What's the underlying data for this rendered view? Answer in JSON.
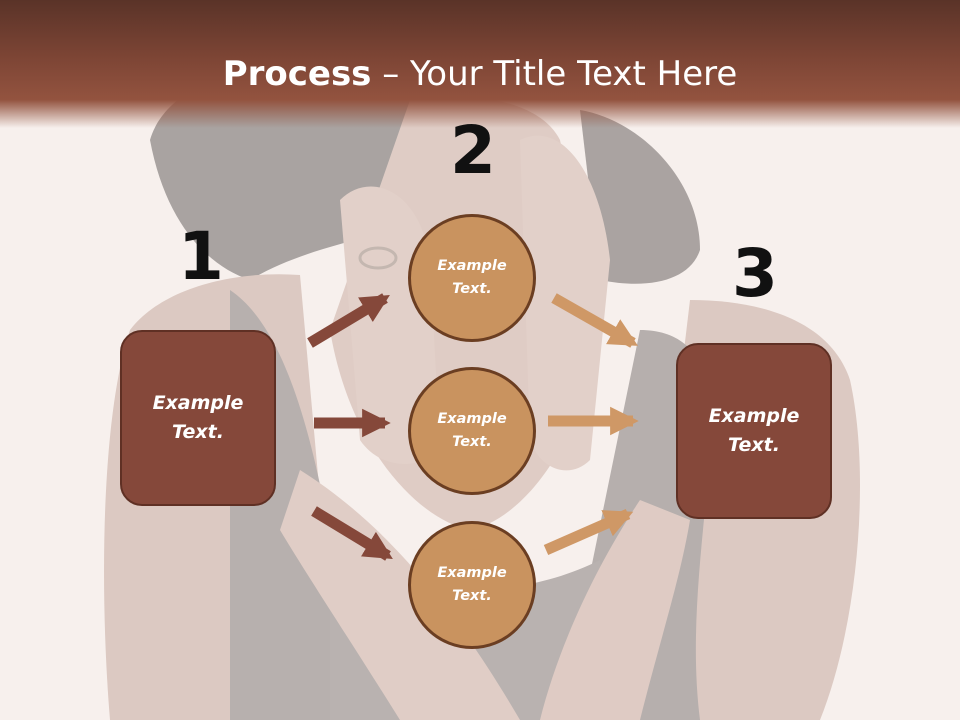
{
  "title": {
    "strong": "Process",
    "rest": " – Your Title Text Here"
  },
  "steps": {
    "one": "1",
    "two": "2",
    "three": "3"
  },
  "left_box": {
    "line1": "Example",
    "line2": "Text."
  },
  "right_box": {
    "line1": "Example",
    "line2": "Text."
  },
  "circles": [
    {
      "line1": "Example",
      "line2": "Text."
    },
    {
      "line1": "Example",
      "line2": "Text."
    },
    {
      "line1": "Example",
      "line2": "Text."
    }
  ],
  "colors": {
    "header": "#7d4535",
    "box_fill": "#85483a",
    "circle_fill": "#c9935f",
    "arrow_dark": "#85483a",
    "arrow_light": "#cf9866"
  }
}
